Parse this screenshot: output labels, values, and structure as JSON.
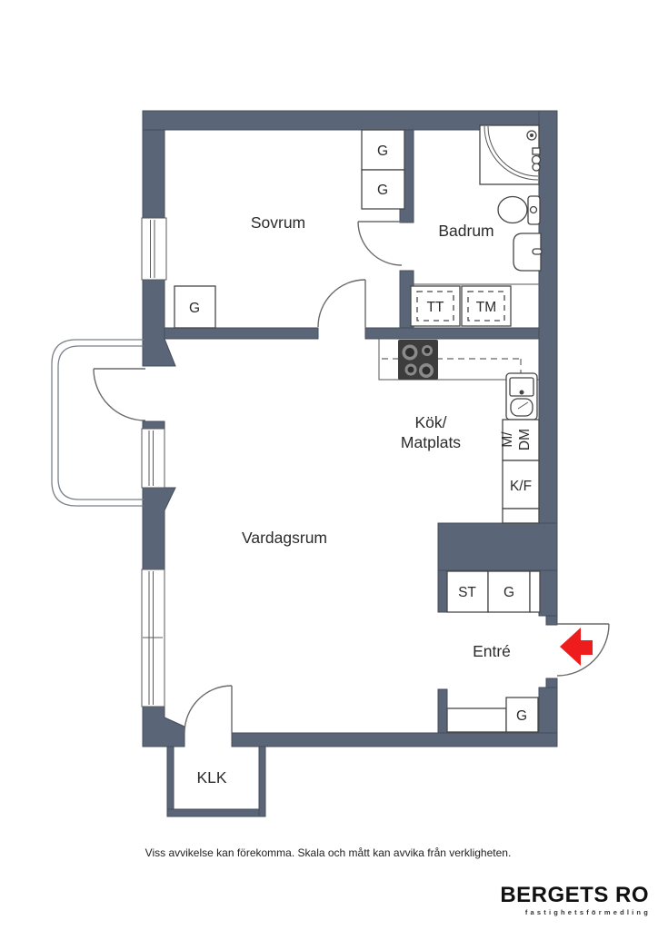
{
  "rooms": {
    "sovrum": "Sovrum",
    "badrum": "Badrum",
    "kok_line1": "Kök/",
    "kok_line2": "Matplats",
    "vardagsrum": "Vardagsrum",
    "entre": "Entré",
    "klk": "KLK"
  },
  "labels": {
    "wardrobe": "G",
    "st": "ST",
    "tt": "TT",
    "tm": "TM",
    "m": "M/",
    "dm": "DM",
    "kf": "K/F"
  },
  "colors": {
    "wall": "#5a6577",
    "arrow": "#ee1c1c",
    "stove": "#3d3d3d",
    "burner_ring": "#8a8a8a",
    "burner_center": "#2e2e2e"
  },
  "footer": {
    "disclaimer": "Viss avvikelse kan förekomma. Skala och mått kan avvika från verkligheten.",
    "brand": "BERGETS RO",
    "brand_tagline": "fastighetsförmedling"
  }
}
